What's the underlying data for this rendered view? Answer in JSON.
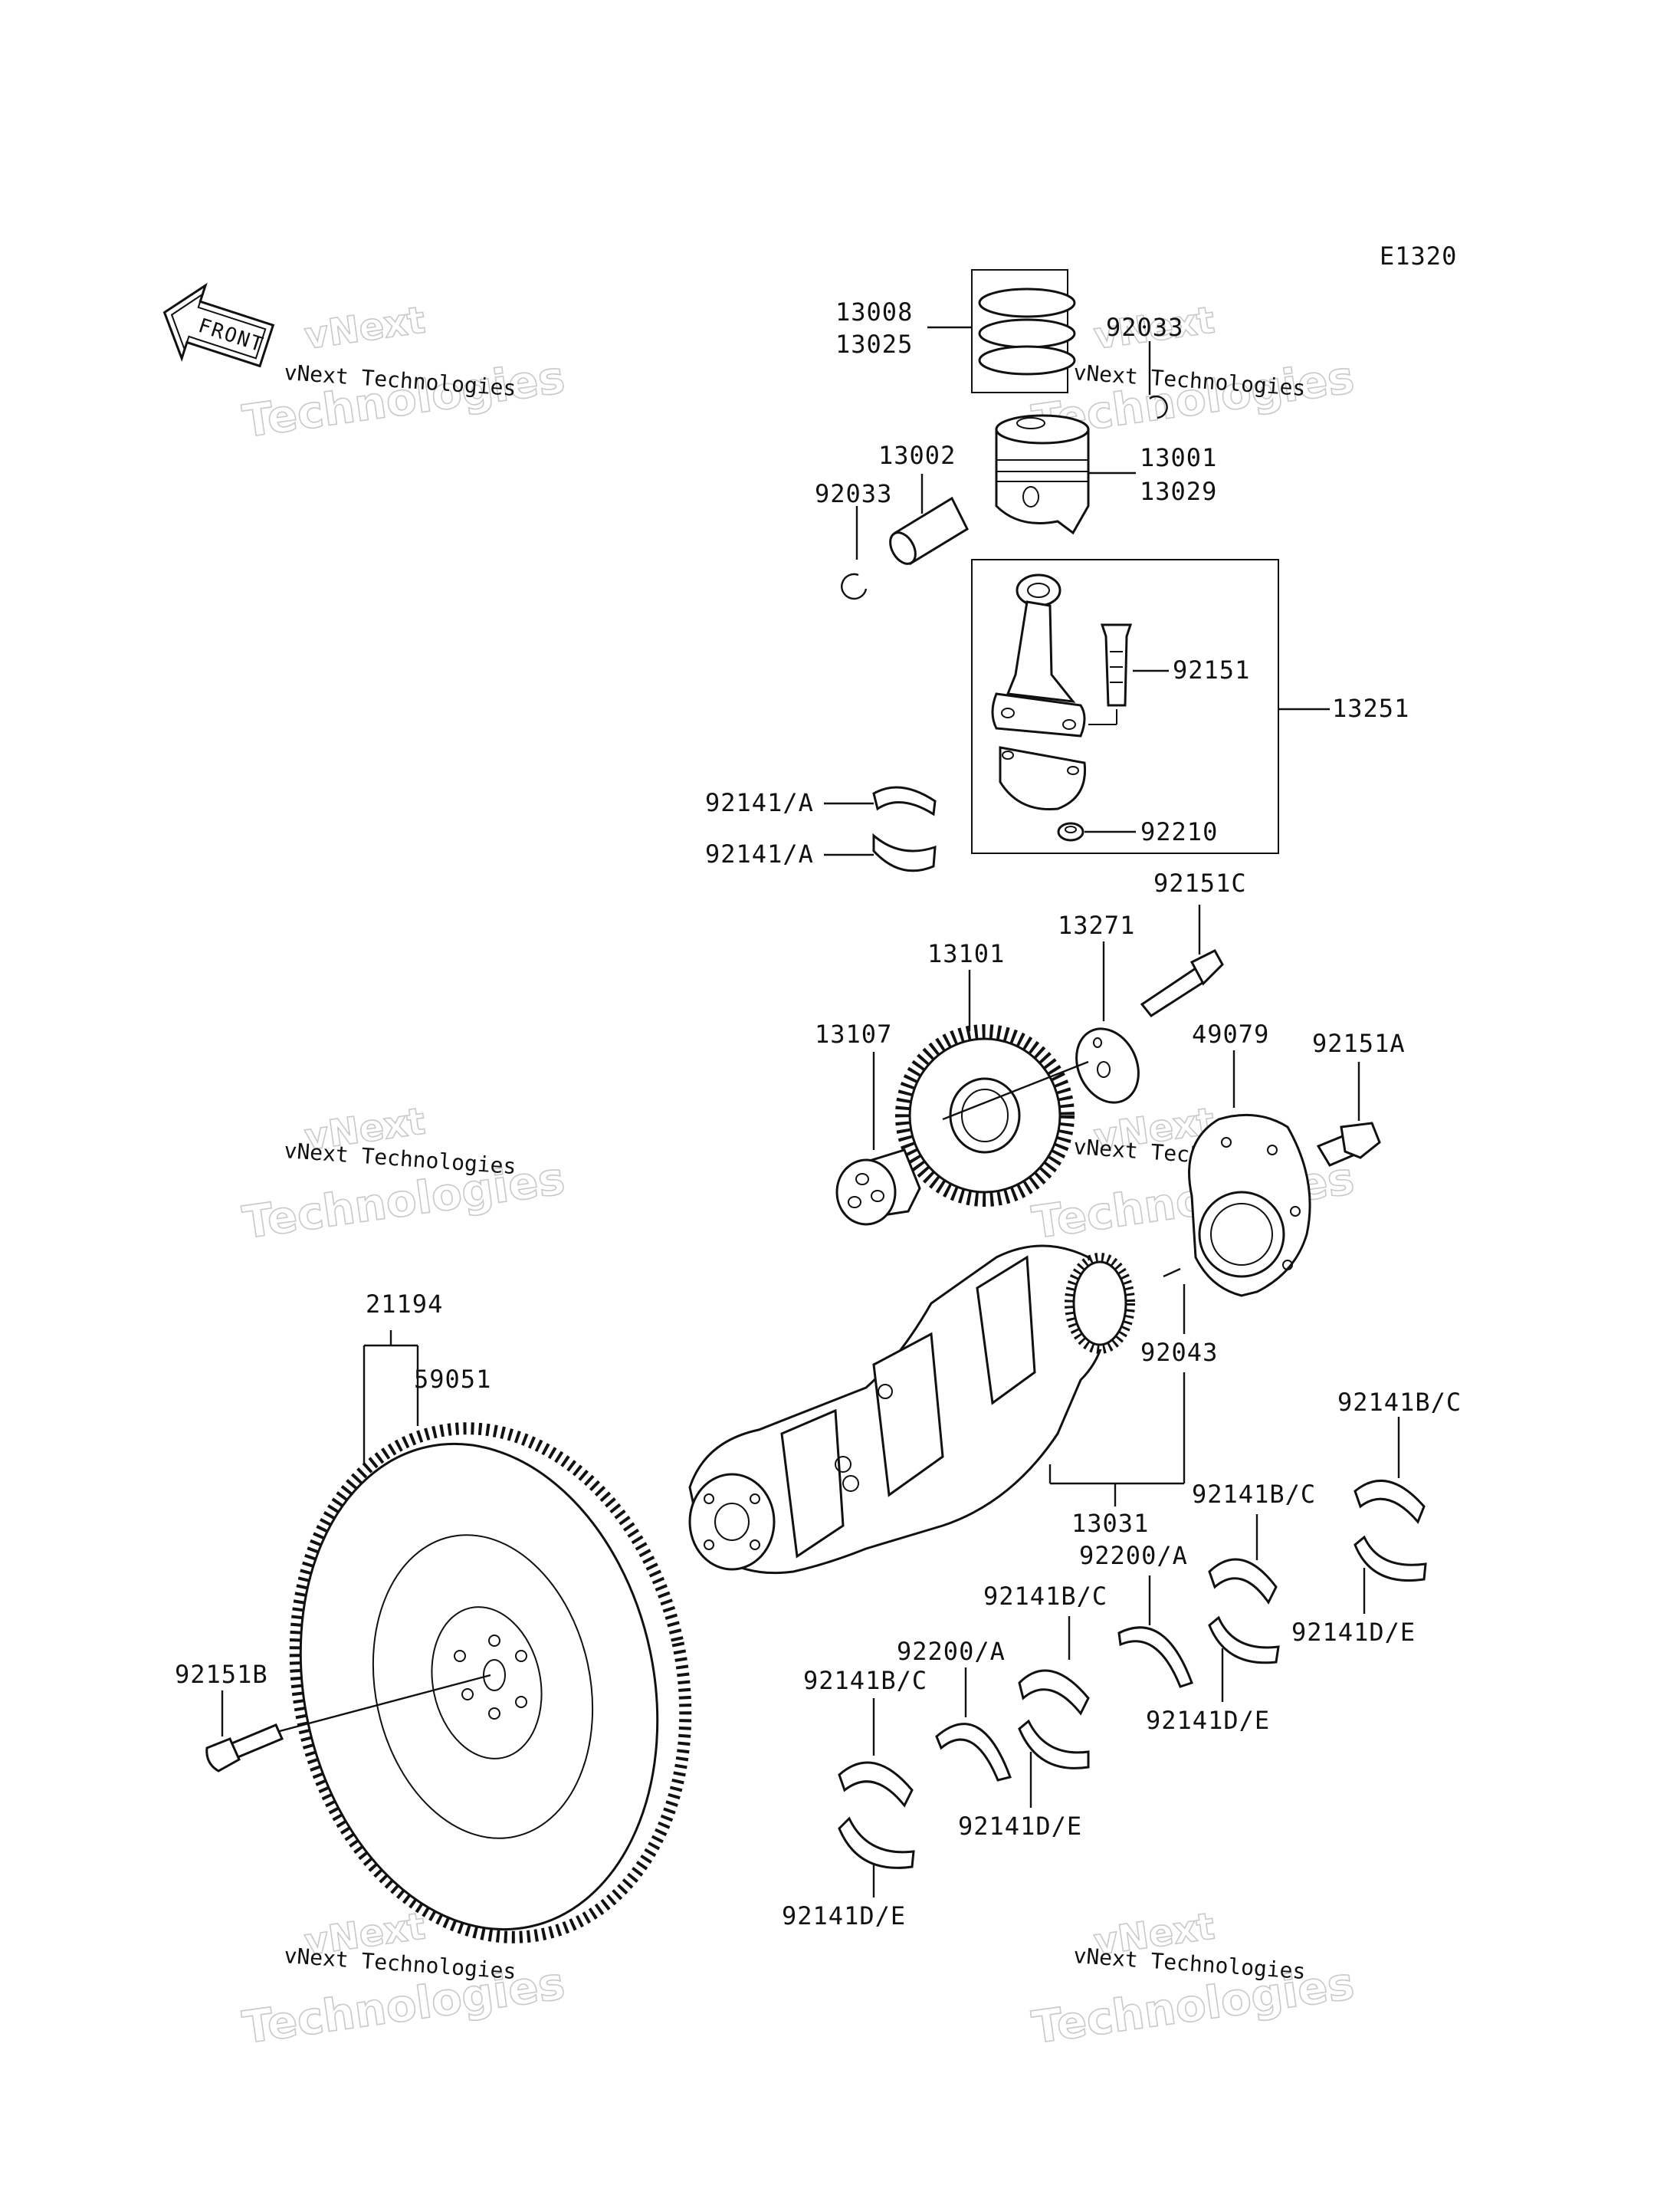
{
  "diagram_code": "E1320",
  "front_indicator": "FRONT",
  "watermark": {
    "line1": "vNext Technologies",
    "outline1": "vNext",
    "outline2": "Technologies"
  },
  "labels": {
    "p13008": "13008",
    "p13025": "13025",
    "p92033_top": "92033",
    "p13002": "13002",
    "p13001": "13001",
    "p13029": "13029",
    "p92033_left": "92033",
    "p92151": "92151",
    "p13251": "13251",
    "p92141A_1": "92141/A",
    "p92141A_2": "92141/A",
    "p92210": "92210",
    "p92151C": "92151C",
    "p13271": "13271",
    "p13101": "13101",
    "p49079": "49079",
    "p92151A": "92151A",
    "p13107": "13107",
    "p21194": "21194",
    "p59051": "59051",
    "p92043": "92043",
    "p92141BC_r": "92141B/C",
    "p13031": "13031",
    "p92141BC_m": "92141B/C",
    "p92200A_1": "92200/A",
    "p92141BC_c": "92141B/C",
    "p92141DE_r": "92141D/E",
    "p92151B": "92151B",
    "p92200A_2": "92200/A",
    "p92141DE_m": "92141D/E",
    "p92141BC_l": "92141B/C",
    "p92141DE_c": "92141D/E",
    "p92141DE_l": "92141D/E"
  }
}
